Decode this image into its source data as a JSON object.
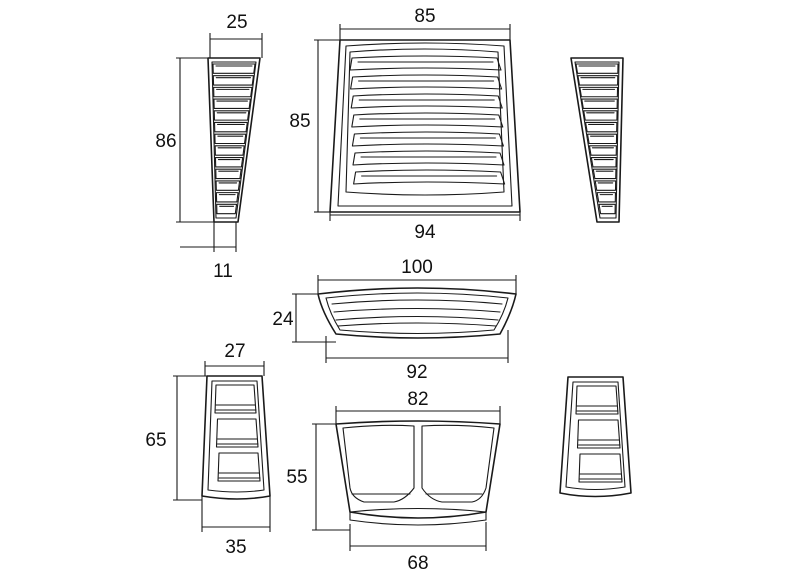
{
  "dimensions": {
    "side_vent_top_width": "25",
    "side_vent_height": "86",
    "side_vent_bottom_width": "11",
    "square_vent_top_width": "85",
    "square_vent_height": "85",
    "square_vent_bottom_width": "94",
    "slot_vent_top_width": "100",
    "slot_vent_height": "24",
    "slot_vent_bottom_width": "92",
    "small_vent_top_width": "27",
    "small_vent_height": "65",
    "small_vent_bottom_width": "35",
    "scoop_top_width": "82",
    "scoop_height": "55",
    "scoop_bottom_width": "68"
  }
}
